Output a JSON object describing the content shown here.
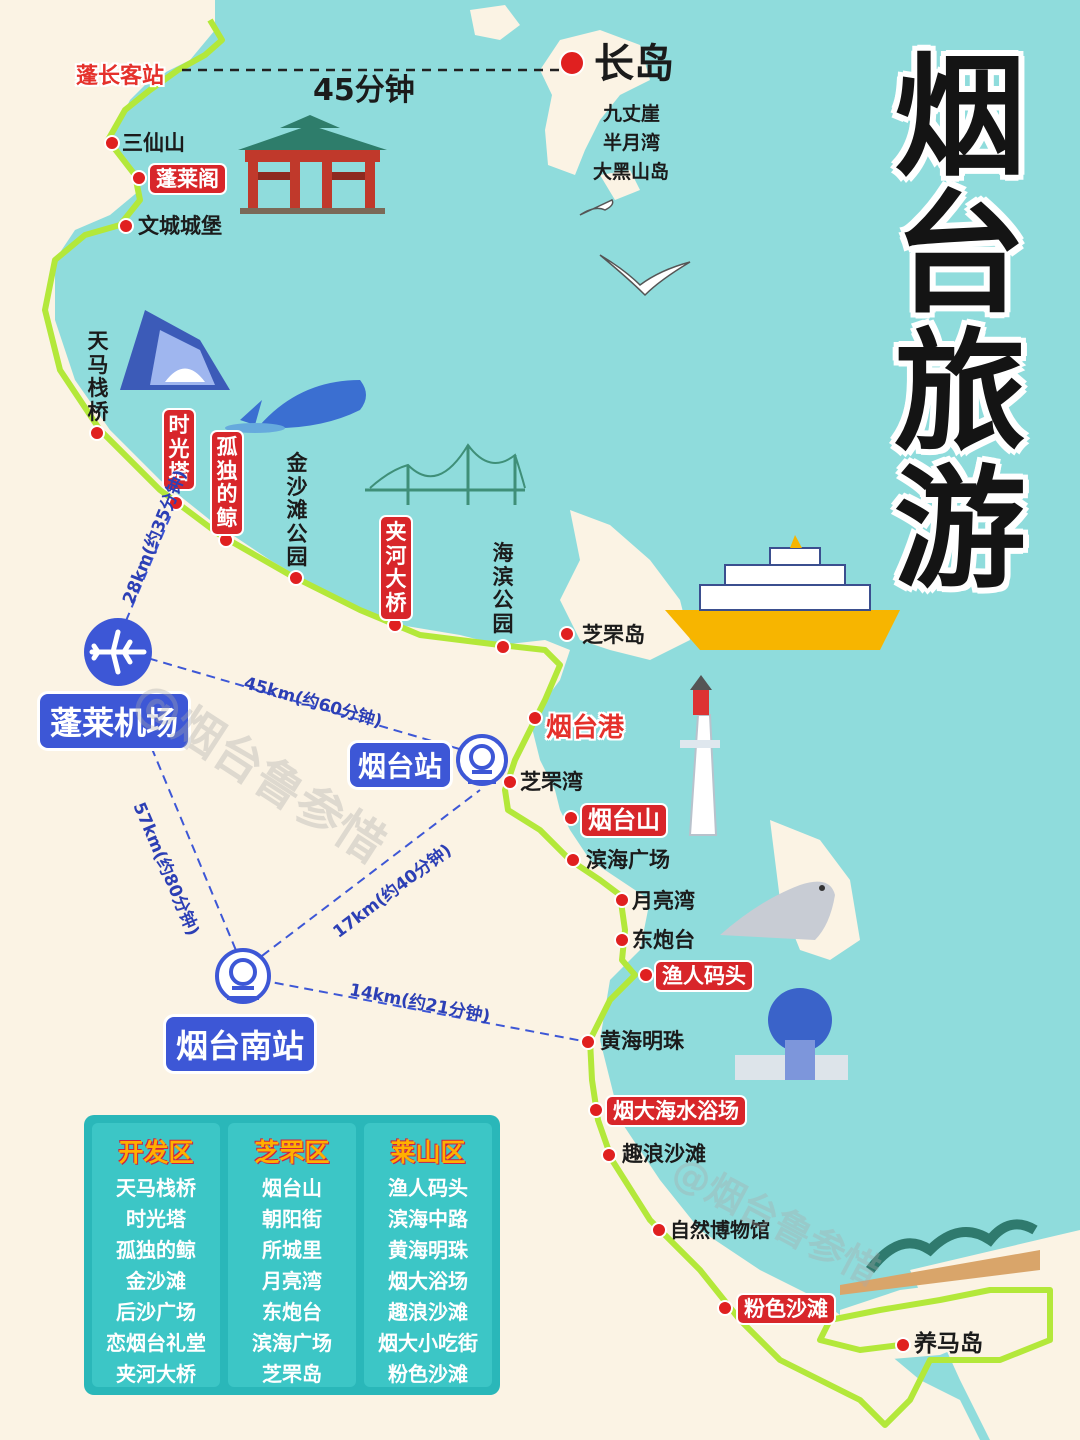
{
  "title": "烟台旅游",
  "ferry": {
    "from": "蓬长客站",
    "to": "长岛",
    "time": "45分钟",
    "island_spots": [
      "九丈崖",
      "半月湾",
      "大黑山岛"
    ]
  },
  "coast_labels": {
    "sanxianshan": "三仙山",
    "penglaige": "蓬莱阁",
    "wencheng": "文城城堡",
    "tianma": "天马栈桥",
    "shiguangta": "时光塔",
    "gudu": "孤独的鲸",
    "jinshatan": "金沙滩公园",
    "jiahe": "夹河大桥",
    "haibin": "海滨公园",
    "zhifudao": "芝罘岛",
    "yantaigang": "烟台港",
    "zhifuwan": "芝罘湾",
    "yantaishan": "烟台山",
    "binhai": "滨海广场",
    "yueliang": "月亮湾",
    "dongpaotai": "东炮台",
    "yuren": "渔人码头",
    "huanghai": "黄海明珠",
    "yanda": "烟大海水浴场",
    "qulang": "趣浪沙滩",
    "ziran": "自然博物馆",
    "fense": "粉色沙滩",
    "yangmadao": "养马岛"
  },
  "transport": {
    "airport": "蓬莱机场",
    "station": "烟台站",
    "south_station": "烟台南站",
    "d_airport_tower": "28km(约35分钟)",
    "d_airport_station": "45km(约60分钟)",
    "d_airport_south": "57km(约80分钟)",
    "d_south_station": "17km(约40分钟)",
    "d_south_huanghai": "14km(约21分钟)"
  },
  "watermark": "@烟台鲁参惜",
  "districts": [
    {
      "name": "开发区",
      "items": [
        "天马栈桥",
        "时光塔",
        "孤独的鲸",
        "金沙滩",
        "后沙广场",
        "恋烟台礼堂",
        "夹河大桥"
      ]
    },
    {
      "name": "芝罘区",
      "items": [
        "烟台山",
        "朝阳街",
        "所城里",
        "月亮湾",
        "东炮台",
        "滨海广场",
        "芝罘岛"
      ]
    },
    {
      "name": "莱山区",
      "items": [
        "渔人码头",
        "滨海中路",
        "黄海明珠",
        "烟大浴场",
        "趣浪沙滩",
        "烟大小吃街",
        "粉色沙滩"
      ]
    }
  ],
  "colors": {
    "sea": "#8fdcdc",
    "land": "#fbf3e4",
    "route": "#b3e83a",
    "red": "#d8262a",
    "blue": "#3d57d6",
    "legend": "#2ab7b9"
  }
}
